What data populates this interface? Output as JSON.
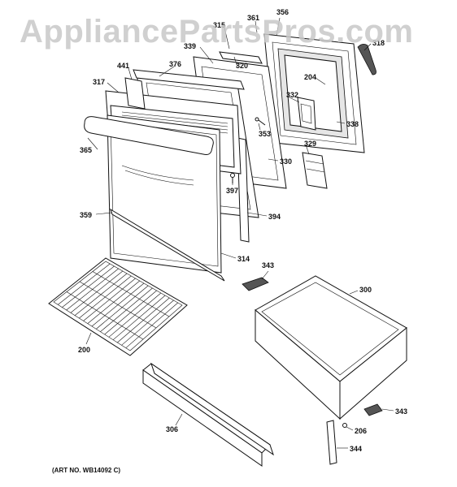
{
  "watermark": "AppliancePartsPros.com",
  "art_number": "(ART NO. WB14092 C)",
  "callouts": {
    "c361": "361",
    "c356": "356",
    "c315": "315",
    "c339": "339",
    "c318": "318",
    "c441": "441",
    "c376": "376",
    "c320": "320",
    "c317": "317",
    "c204": "204",
    "c332": "332",
    "c353": "353",
    "c338": "338",
    "c365": "365",
    "c329": "329",
    "c330": "330",
    "c397": "397",
    "c359": "359",
    "c394": "394",
    "c314": "314",
    "c343a": "343",
    "c300": "300",
    "c200": "200",
    "c306": "306",
    "c343b": "343",
    "c206": "206",
    "c344": "344"
  }
}
